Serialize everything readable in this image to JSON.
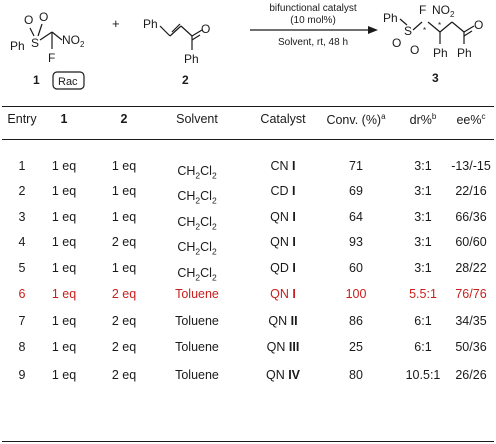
{
  "scheme": {
    "compound1_label": "1",
    "rac_label": "Rac",
    "compound2_label": "2",
    "compound3_label": "3",
    "plus": "+",
    "ph": "Ph",
    "no2": "NO",
    "no2_sub": "2",
    "f": "F",
    "s": "S",
    "o": "O",
    "star": "*",
    "arrow_top_line1": "bifunctional catalyst",
    "arrow_top_line2": "(10 mol%)",
    "arrow_bottom": "Solvent, rt, 48 h"
  },
  "table": {
    "headers": {
      "entry": "Entry",
      "r1": "1",
      "r2": "2",
      "solvent": "Solvent",
      "catalyst": "Catalyst",
      "conv": "Conv. (%)",
      "conv_sup": "a",
      "dr": "dr%",
      "dr_sup": "b",
      "ee": "ee%",
      "ee_sup": "c"
    },
    "highlight_color": "#c8201e",
    "rows": [
      {
        "entry": "1",
        "r1": "1 eq",
        "r2": "1 eq",
        "solvent": "CH",
        "solvent_sub1": "2",
        "solvent_mid": "Cl",
        "solvent_sub2": "2",
        "cat_name": "CN",
        "cat_num": "I",
        "conv": "71",
        "dr": "3:1",
        "ee": "-13/-15"
      },
      {
        "entry": "2",
        "r1": "1 eq",
        "r2": "1 eq",
        "solvent": "CH",
        "solvent_sub1": "2",
        "solvent_mid": "Cl",
        "solvent_sub2": "2",
        "cat_name": "CD",
        "cat_num": "I",
        "conv": "69",
        "dr": "3:1",
        "ee": "22/16"
      },
      {
        "entry": "3",
        "r1": "1 eq",
        "r2": "1 eq",
        "solvent": "CH",
        "solvent_sub1": "2",
        "solvent_mid": "Cl",
        "solvent_sub2": "2",
        "cat_name": "QN",
        "cat_num": "I",
        "conv": "64",
        "dr": "3:1",
        "ee": "66/36"
      },
      {
        "entry": "4",
        "r1": "1 eq",
        "r2": "2 eq",
        "solvent": "CH",
        "solvent_sub1": "2",
        "solvent_mid": "Cl",
        "solvent_sub2": "2",
        "cat_name": "QN",
        "cat_num": "I",
        "conv": "93",
        "dr": "3:1",
        "ee": "60/60"
      },
      {
        "entry": "5",
        "r1": "1 eq",
        "r2": "1 eq",
        "solvent": "CH",
        "solvent_sub1": "2",
        "solvent_mid": "Cl",
        "solvent_sub2": "2",
        "cat_name": "QD",
        "cat_num": "I",
        "conv": "60",
        "dr": "3:1",
        "ee": "28/22"
      },
      {
        "entry": "6",
        "r1": "1 eq",
        "r2": "2 eq",
        "solvent": "Toluene",
        "cat_name": "QN",
        "cat_num": "I",
        "conv": "100",
        "dr": "5.5:1",
        "ee": "76/76",
        "highlight": true
      },
      {
        "entry": "7",
        "r1": "1 eq",
        "r2": "2 eq",
        "solvent": "Toluene",
        "cat_name": "QN",
        "cat_num": "II",
        "conv": "86",
        "dr": "6:1",
        "ee": "34/35"
      },
      {
        "entry": "8",
        "r1": "1 eq",
        "r2": "2 eq",
        "solvent": "Toluene",
        "cat_name": "QN",
        "cat_num": "III",
        "conv": "25",
        "dr": "6:1",
        "ee": "50/36"
      },
      {
        "entry": "9",
        "r1": "1 eq",
        "r2": "2 eq",
        "solvent": "Toluene",
        "cat_name": "QN",
        "cat_num": "IV",
        "conv": "80",
        "dr": "10.5:1",
        "ee": "26/26"
      }
    ]
  }
}
